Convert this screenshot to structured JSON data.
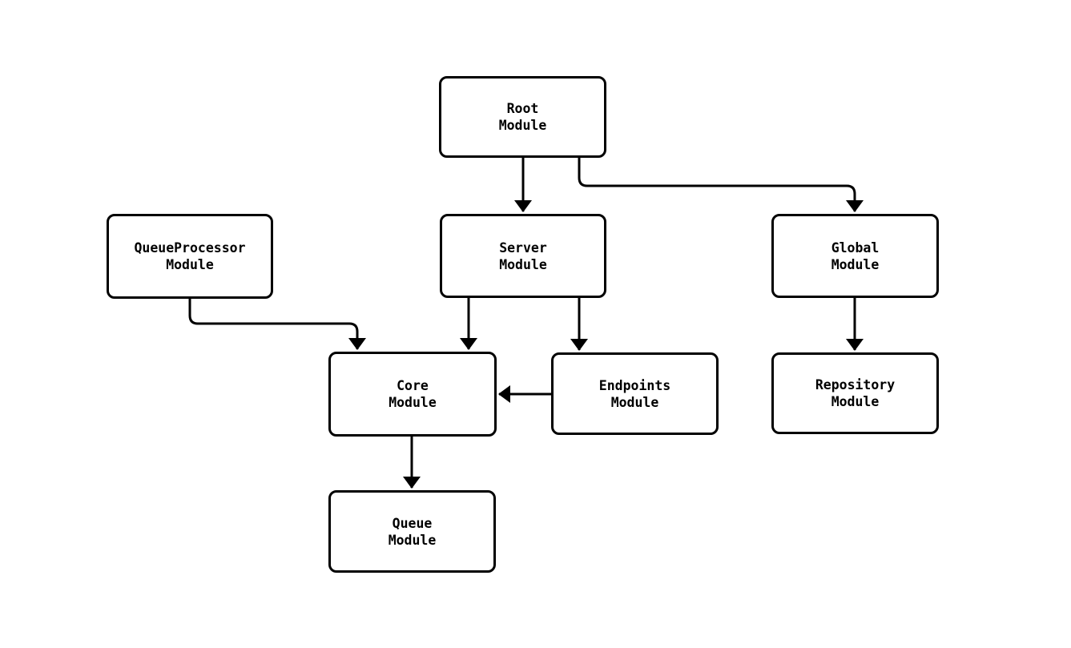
{
  "diagram": {
    "background_color": "#ffffff",
    "stroke_color": "#000000",
    "node_fill_color": "#ffffff",
    "nodes": [
      {
        "id": "root",
        "label": "Root\nModule"
      },
      {
        "id": "server",
        "label": "Server\nModule"
      },
      {
        "id": "global",
        "label": "Global\nModule"
      },
      {
        "id": "queueprocessor",
        "label": "QueueProcessor\nModule"
      },
      {
        "id": "core",
        "label": "Core\nModule"
      },
      {
        "id": "endpoints",
        "label": "Endpoints\nModule"
      },
      {
        "id": "repository",
        "label": "Repository\nModule"
      },
      {
        "id": "queue",
        "label": "Queue\nModule"
      }
    ],
    "edges": [
      {
        "from": "Root Module",
        "to": "Server Module"
      },
      {
        "from": "Root Module",
        "to": "Global Module"
      },
      {
        "from": "QueueProcessor Module",
        "to": "Core Module"
      },
      {
        "from": "Server Module",
        "to": "Core Module"
      },
      {
        "from": "Server Module",
        "to": "Endpoints Module"
      },
      {
        "from": "Endpoints Module",
        "to": "Core Module"
      },
      {
        "from": "Global Module",
        "to": "Repository Module"
      },
      {
        "from": "Core Module",
        "to": "Queue Module"
      }
    ]
  }
}
